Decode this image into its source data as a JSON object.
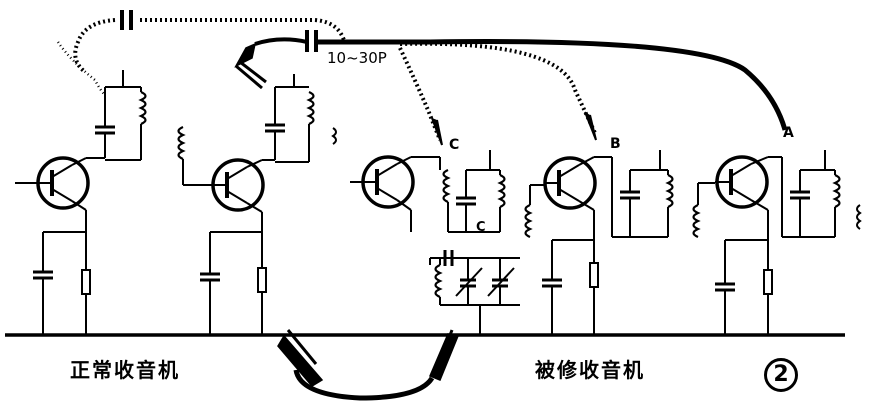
{
  "labels": {
    "normal_radio": "正常收音机",
    "repair_radio": "被修收音机",
    "test_capacitor": "10~30P",
    "point_a": "A",
    "point_b": "B",
    "point_c": "C",
    "cap_c": "C",
    "figure_number": "2"
  },
  "colors": {
    "ink": "#000000",
    "paper": "#ffffff"
  }
}
